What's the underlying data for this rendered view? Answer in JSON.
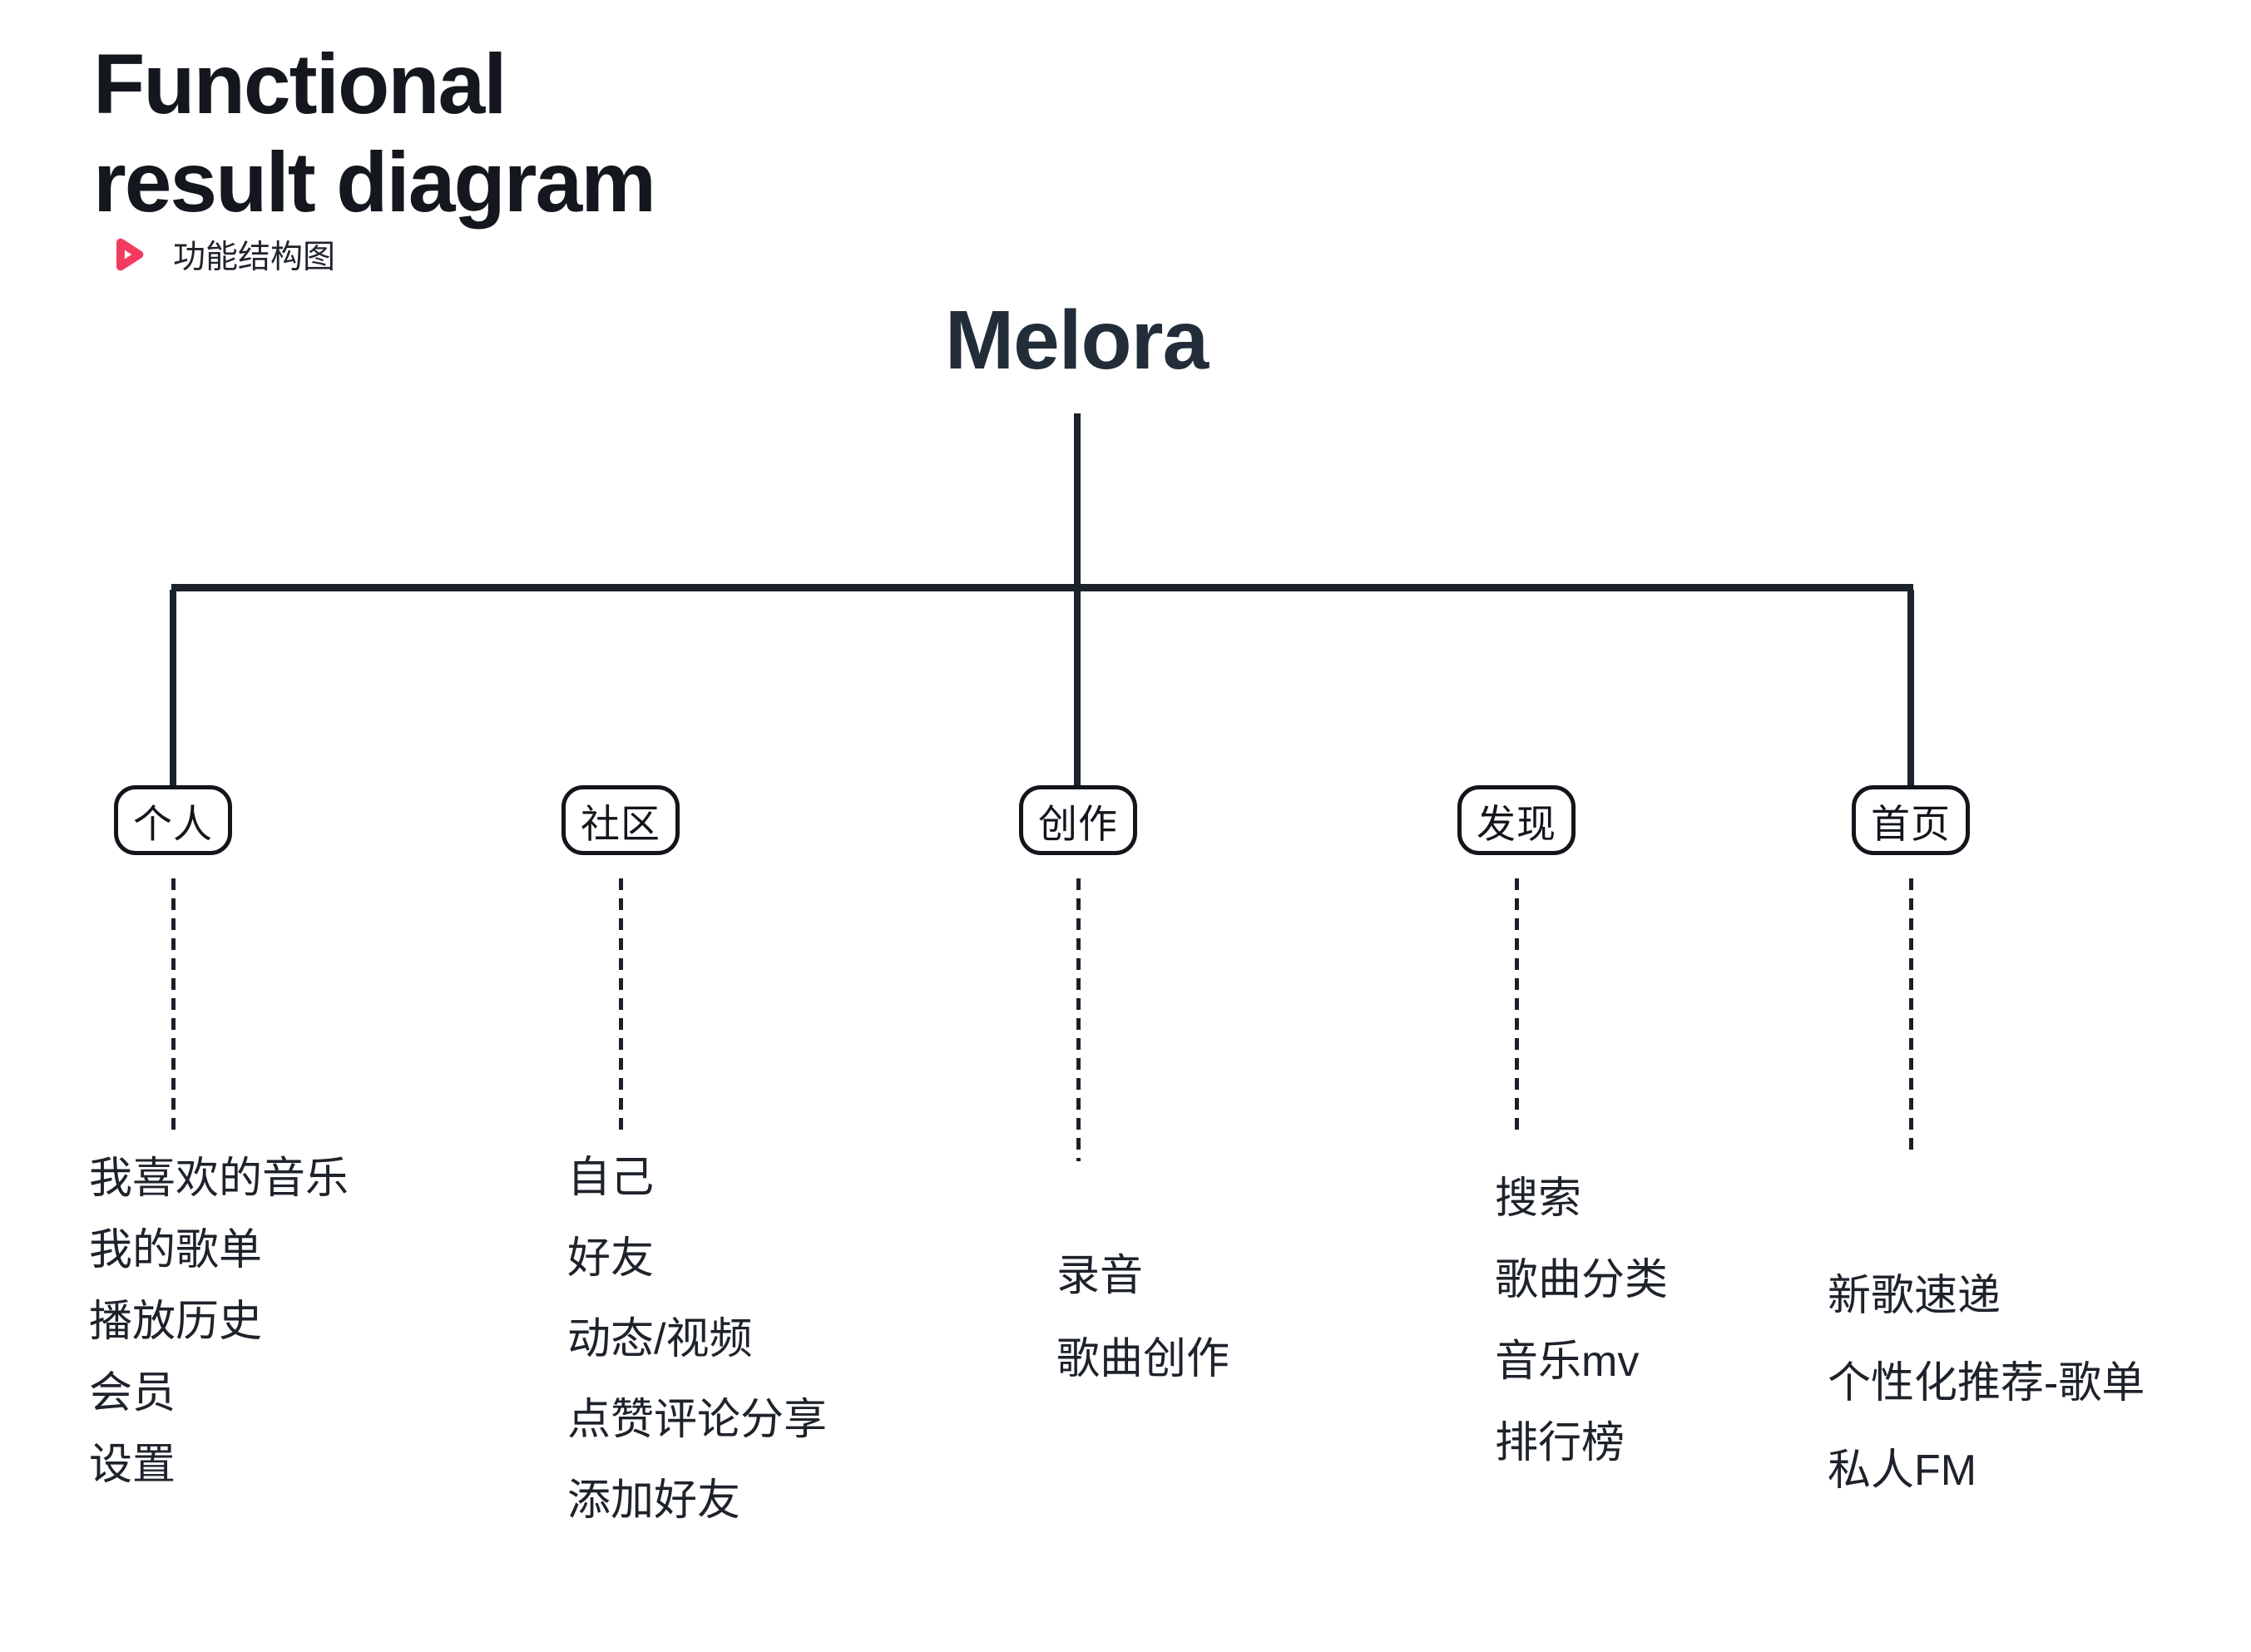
{
  "header": {
    "title_line1": "Functional",
    "title_line2": "result diagram",
    "legend_label": "功能结构图",
    "legend_icon": "play-outline-icon"
  },
  "colors": {
    "accent_pink": "#f23b5f",
    "line": "#1c222b",
    "title_text": "#14171e",
    "root_text": "#232d3a",
    "leaf_text": "#1e232b",
    "background": "#ffffff"
  },
  "tree": {
    "root_label": "Melora",
    "branches": [
      {
        "label": "个人",
        "children": [
          "我喜欢的音乐",
          "我的歌单",
          "播放历史",
          "会员",
          "设置"
        ]
      },
      {
        "label": "社区",
        "children": [
          "自己",
          "好友",
          "动态/视频",
          "点赞评论分享",
          "添加好友"
        ]
      },
      {
        "label": "创作",
        "children": [
          "录音",
          "歌曲创作"
        ]
      },
      {
        "label": "发现",
        "children": [
          "搜索",
          "歌曲分类",
          "音乐mv",
          "排行榜"
        ]
      },
      {
        "label": "首页",
        "children": [
          "新歌速递",
          "个性化推荐-歌单",
          "私人FM"
        ]
      }
    ]
  }
}
